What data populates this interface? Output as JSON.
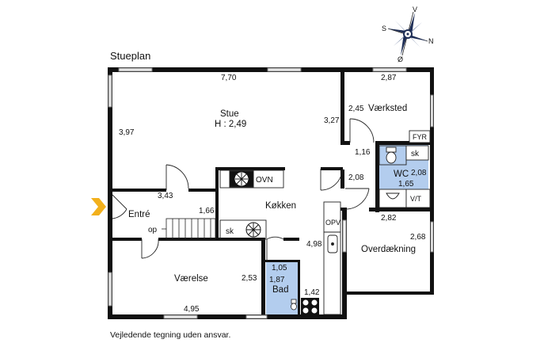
{
  "plan": {
    "title": "Stueplan",
    "disclaimer": "Vejledende tegning uden ansvar.",
    "rooms": {
      "stue": {
        "name": "Stue",
        "height": "H : 2,49"
      },
      "vaerksted": "Værksted",
      "entre": "Entré",
      "koekken": "Køkken",
      "vaerelse": "Værelse",
      "overdaekning": "Overdækning",
      "wc": "WC",
      "bad": "Bad"
    },
    "fixtures": {
      "ovn": "OVN",
      "sk1": "sk",
      "sk2": "sk",
      "fyr": "FYR",
      "vt": "V/T",
      "opv": "OPV",
      "op": "op"
    },
    "dimensions": {
      "stue_width": "7,70",
      "stue_depth": "3,97",
      "stue_right": "3,27",
      "vaerksted_width": "2,87",
      "vaerksted_depth": "2,45",
      "hall_116": "1,16",
      "hall_208": "2,08",
      "wc_width": "2,08",
      "wc_depth": "1,65",
      "entre_343": "3,43",
      "entre_166": "1,66",
      "overdaekning_width": "2,82",
      "overdaekning_depth": "2,68",
      "koekken_depth": "4,98",
      "vaerelse_depth": "2,53",
      "vaerelse_width": "4,95",
      "bad_width": "1,05",
      "bad_depth": "1,87",
      "width_142": "1,42"
    },
    "compass": {
      "n": "N",
      "s": "S",
      "v": "V",
      "o": "Ø"
    },
    "colors": {
      "wall": "#111111",
      "wet_room": "#b3cdee",
      "window": "#cfcfcf",
      "arrow": "#f2b01c"
    }
  }
}
